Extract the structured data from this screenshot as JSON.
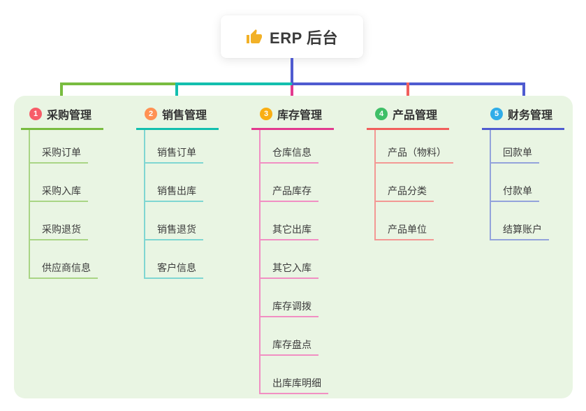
{
  "root": {
    "title": "ERP 后台",
    "icon": "thumbs-up-icon",
    "icon_color": "#F2B127"
  },
  "colors": {
    "page_bg": "#FFFFFF",
    "panel_bg": "#E9F5E3",
    "root_connector": "#4F5BD0",
    "text_dark": "#333333"
  },
  "branches": [
    {
      "badge": "1",
      "label": "采购管理",
      "badge_color": "#F75C68",
      "strong_color": "#79BC40",
      "light_color": "#A9D585",
      "items": [
        "采购订单",
        "采购入库",
        "采购退货",
        "供应商信息"
      ]
    },
    {
      "badge": "2",
      "label": "销售管理",
      "badge_color": "#FF9153",
      "strong_color": "#13BFAE",
      "light_color": "#7FD6D2",
      "items": [
        "销售订单",
        "销售出库",
        "销售退货",
        "客户信息"
      ]
    },
    {
      "badge": "3",
      "label": "库存管理",
      "badge_color": "#F9AE13",
      "strong_color": "#E23A8F",
      "light_color": "#F18FC3",
      "items": [
        "仓库信息",
        "产品库存",
        "其它出库",
        "其它入库",
        "库存调拨",
        "库存盘点",
        "出库库明细"
      ]
    },
    {
      "badge": "4",
      "label": "产品管理",
      "badge_color": "#3FBF67",
      "strong_color": "#F15F5C",
      "light_color": "#F39894",
      "items": [
        "产品（物料）",
        "产品分类",
        "产品单位"
      ]
    },
    {
      "badge": "5",
      "label": "财务管理",
      "badge_color": "#30ADE8",
      "strong_color": "#4F5BD0",
      "light_color": "#93A3DB",
      "items": [
        "回款单",
        "付款单",
        "结算账户"
      ]
    }
  ]
}
